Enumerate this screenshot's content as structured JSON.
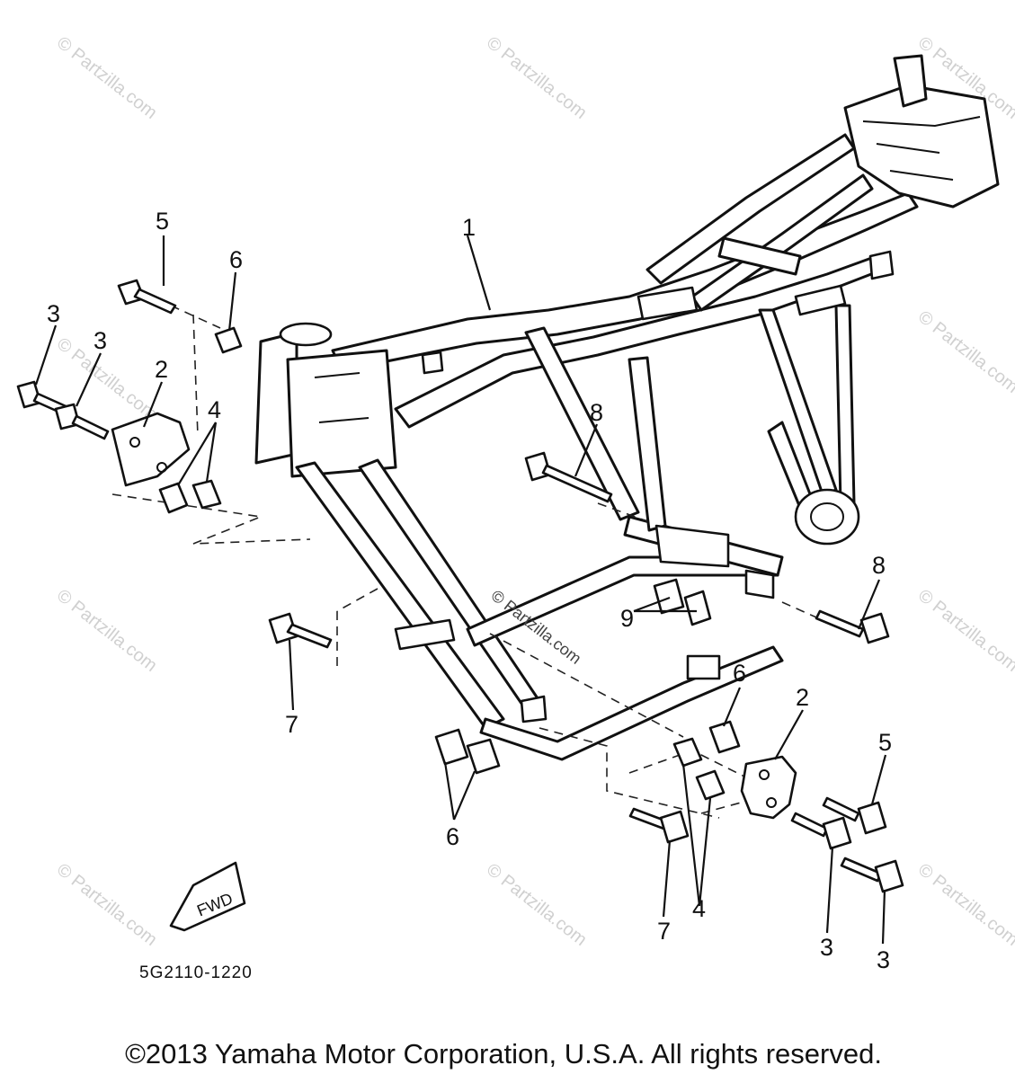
{
  "diagram": {
    "watermarks": [
      {
        "symbol": "©",
        "text": "Partzilla.com"
      },
      {
        "symbol": "©",
        "text": "Partzilla.com"
      },
      {
        "symbol": "©",
        "text": "Partzilla.com"
      },
      {
        "symbol": "©",
        "text": "Partzilla.com"
      },
      {
        "symbol": "©",
        "text": "Partzilla.com"
      },
      {
        "symbol": "©",
        "text": "Partzilla.com"
      },
      {
        "symbol": "©",
        "text": "Partzilla.com"
      },
      {
        "symbol": "©",
        "text": "Partzilla.com"
      },
      {
        "symbol": "©",
        "text": "Partzilla.com"
      },
      {
        "symbol": "©",
        "text": "Partzilla.com"
      }
    ],
    "center_watermark": {
      "symbol": "©",
      "text": "Partzilla.com"
    },
    "callouts": {
      "c1": "1",
      "c2a": "2",
      "c2b": "2",
      "c3a": "3",
      "c3b": "3",
      "c3c": "3",
      "c3d": "3",
      "c4a": "4",
      "c4b": "4",
      "c5a": "5",
      "c5b": "5",
      "c6a": "6",
      "c6b": "6",
      "c6c": "6",
      "c7a": "7",
      "c7b": "7",
      "c8a": "8",
      "c8b": "8",
      "c9": "9"
    },
    "fwd_label": "FWD",
    "part_code": "5G2110-1220",
    "copyright": "©2013 Yamaha Motor Corporation, U.S.A. All rights reserved."
  }
}
